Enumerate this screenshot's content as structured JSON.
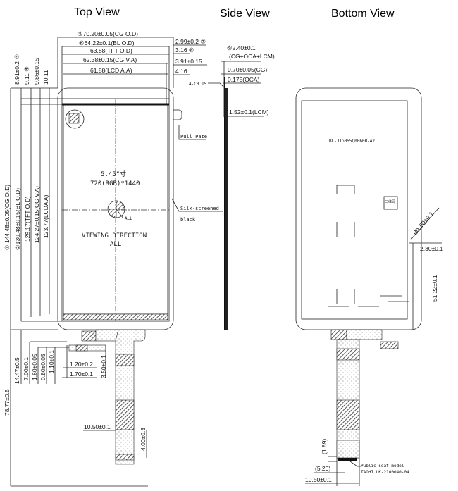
{
  "titles": {
    "top": "Top View",
    "side": "Side View",
    "bottom": "Bottom View"
  },
  "top_dims": {
    "cg_od_w": "⑤70.20±0.05(CG O.D)",
    "bl_od_w": "⑥64.22±0.1(BL O.D)",
    "tft_od_w": "63.88(TFT O.D)",
    "cg_va_w": "62.38±0.15(CG V.A)",
    "lcd_aa_w": "61.88(LCD A.A)",
    "r1": "2.99±0.2 ⑦",
    "r2": "3.16 ⑧",
    "r3": "3.91±0.15",
    "r4": "4.16",
    "v1": "8.91±0.2 ③",
    "v2": "9.11 ④",
    "v3": "9.86±0.15",
    "v4": "10.11",
    "cg_od_h": "① 144.48±0.05(CG O.D)",
    "bl_od_h": "②130.48±0.15(BL O.D)",
    "tft_od_h": "129.17(TFT O.D)",
    "cg_va_h": "124.27±0.15(CG V.A)",
    "lcd_aa_h": "123.77(LCDA A)"
  },
  "top_labels": {
    "size": "5.45\"寸",
    "resolution": "720(RGB)*1440",
    "viewing": "VIEWING DIRECTION",
    "viewing_all": "ALL",
    "all_small": "ALL",
    "pull_pate": "Pull Pate",
    "silk1": "Silk-screened",
    "silk2": "black"
  },
  "fpc_dims": {
    "d1": "14.47±0.5",
    "d2": "7.00±0.1",
    "d3": "1.60±0.05",
    "d4": "0.80±0.05",
    "d5": "1.10±0.1",
    "total": "78.77±0.5",
    "w1": "1.20±0.2",
    "w2": "1.70±0.1",
    "h1": "3.50±0.1",
    "fpc_w": "10.50±0.1",
    "fpc_end": "4.00±0.3"
  },
  "side_dims": {
    "total1": "⑨2.40±0.1",
    "total2": "(CG+OCA+LCM)",
    "cg": "0.70±0.05(CG)",
    "oca": "0.175(OCA)",
    "lcm": "1.52±0.1(LCM)",
    "chamfer": "4-C0.15"
  },
  "bottom_labels": {
    "part_no": "BL-JTG055Q0060B-A2",
    "hole": "Ø1.00±0.1",
    "hole_x": "2.30±0.1",
    "hole_y": "51.22±0.1",
    "p1": "(1.89)",
    "p2": "(5.20)",
    "fpc_w": "10.50±0.1",
    "conn1": "Public seat model",
    "conn2": "TAOHI UK-2100040-04",
    "qr": "二维码"
  }
}
